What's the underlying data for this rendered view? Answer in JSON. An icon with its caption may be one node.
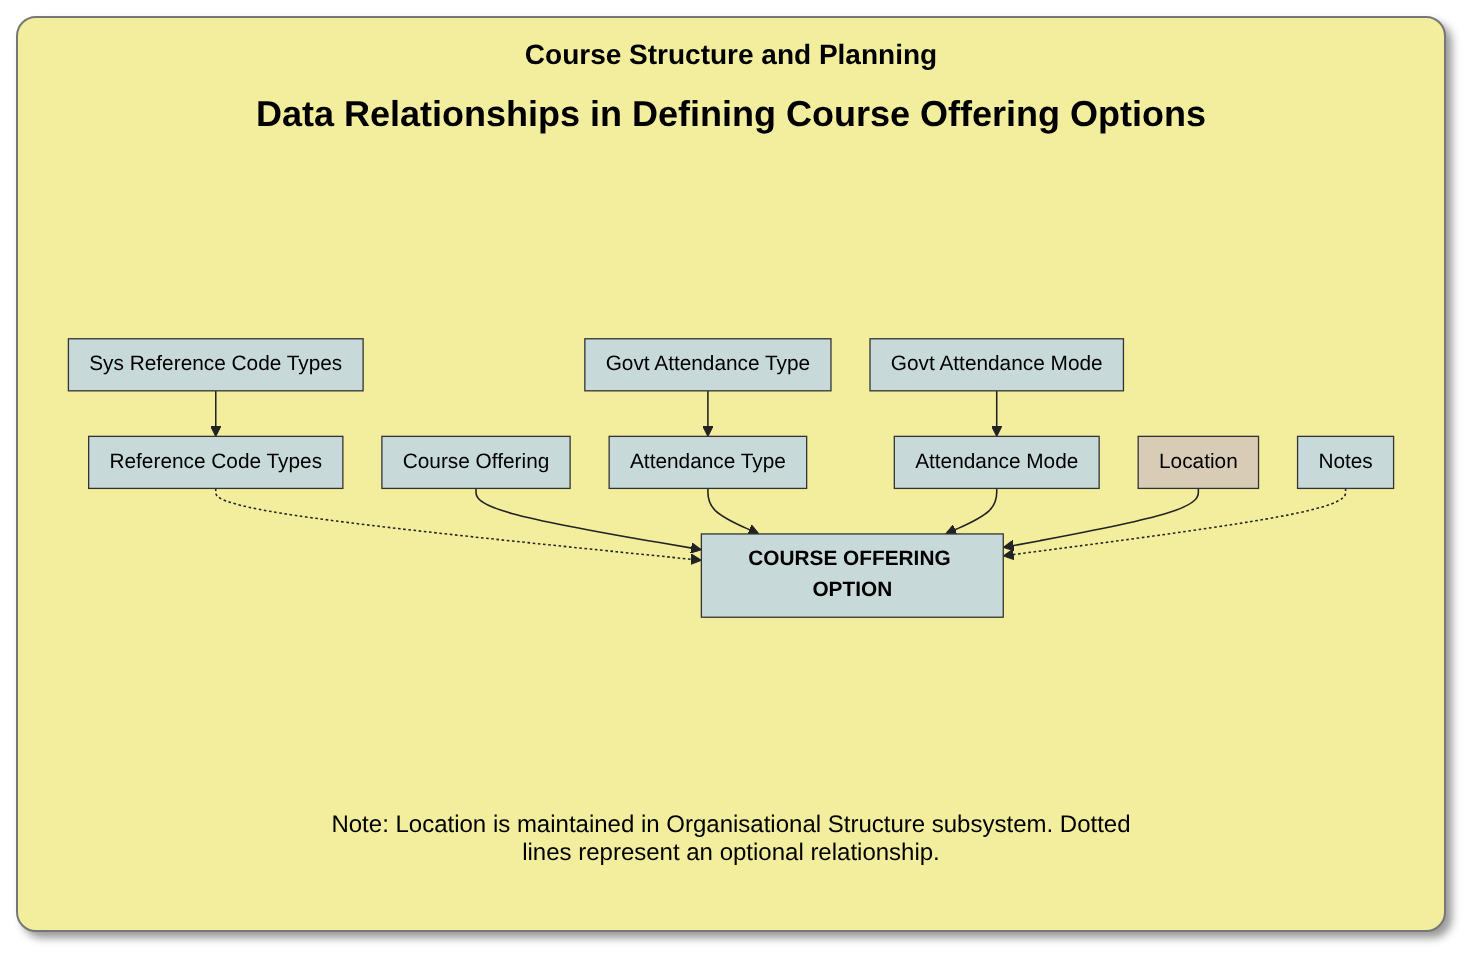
{
  "diagram": {
    "title": "Data Relationships in Defining Course Offering Options",
    "caption": "Note: Location is maintained in Organisational Structure subsystem. Dotted lines represent an optional relationship.",
    "nodes": [
      {
        "text": [
          "Course Offering"
        ]
      },
      {
        "text": [
          "Sys Reference Code Types"
        ]
      },
      {
        "text": [
          "Govt Attendance Type"
        ]
      },
      {
        "text": [
          "Govt Attendance Mode"
        ]
      },
      {
        "text": [
          "Reference Code Types"
        ]
      },
      {
        "text": [
          "Attendance Type"
        ]
      },
      {
        "text": [
          "Attendance Mode"
        ]
      },
      {
        "text": [
          "Location"
        ]
      },
      {
        "text": [
          "COURSE OFFERING OPTION"
        ]
      },
      {
        "text": [
          "Notes"
        ]
      }
    ],
    "edges": [
      {
        "from": 1,
        "to": 4,
        "arrow": "to"
      },
      {
        "from": 2,
        "to": 5,
        "arrow": "to"
      },
      {
        "from": 3,
        "to": 6,
        "arrow": "to"
      },
      {
        "from": 4,
        "to": 8,
        "arrow": "to",
        "style": "dashed"
      },
      {
        "from": 0,
        "to": 8,
        "arrow": "to"
      },
      {
        "from": 5,
        "to": 8,
        "arrow": "to"
      },
      {
        "from": 6,
        "to": 8,
        "arrow": "to"
      },
      {
        "from": 7,
        "to": 8,
        "arrow": "to"
      },
      {
        "from": 9,
        "to": 8,
        "arrow": "to",
        "style": "dashed"
      }
    ],
    "labels": [
      "Course Structure and Planning"
    ]
  }
}
